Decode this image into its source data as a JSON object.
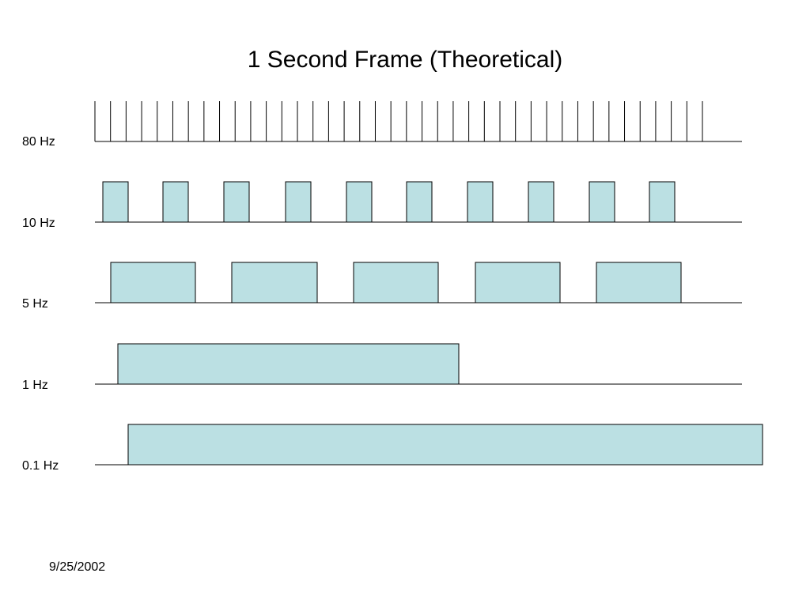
{
  "slide": {
    "title": "1 Second Frame (Theoretical)",
    "footer_date": "9/25/2002"
  },
  "colors": {
    "pulse_fill": "#bbe0e3",
    "stroke": "#000000"
  },
  "rows": [
    {
      "label": "80 Hz",
      "style": "ticks",
      "pulses": 40
    },
    {
      "label": "10 Hz",
      "style": "boxes",
      "pulses": 10
    },
    {
      "label": "5 Hz",
      "style": "boxes",
      "pulses": 5
    },
    {
      "label": "1 Hz",
      "style": "boxes",
      "pulses": 1
    },
    {
      "label": "0.1 Hz",
      "style": "boxes",
      "pulses": 1
    }
  ]
}
